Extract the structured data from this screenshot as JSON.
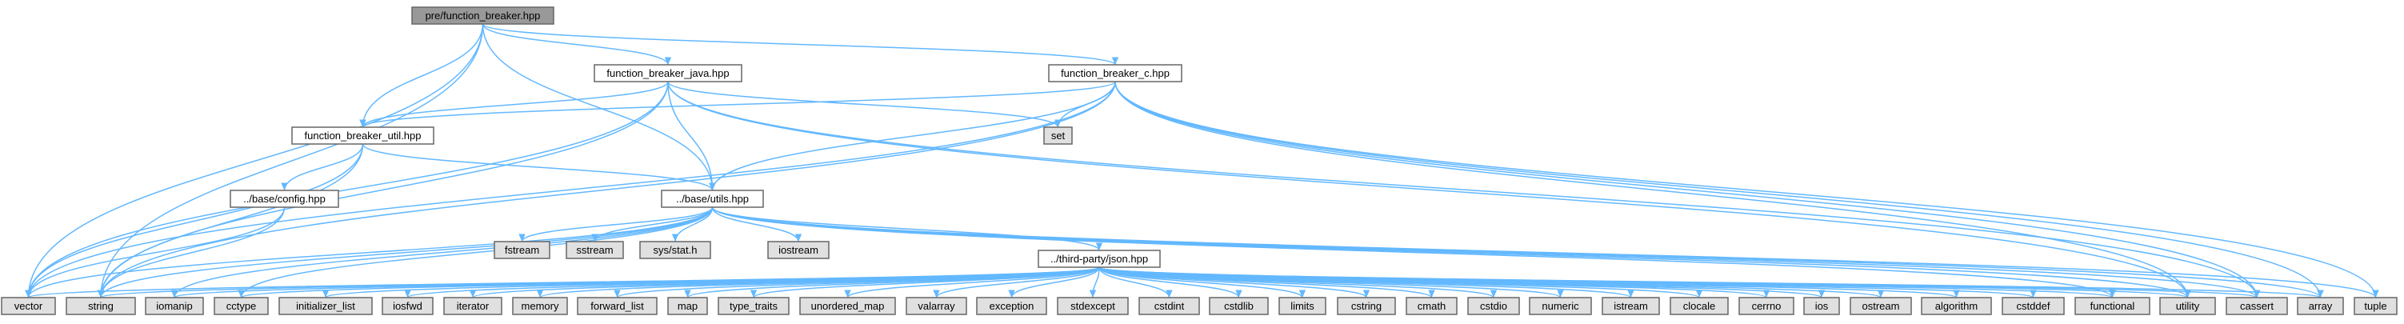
{
  "colors": {
    "edge": "#63b8ff",
    "root_fill": "#999999",
    "header_fill": "#ffffff",
    "external_fill": "#e0e0e0",
    "node_border": "#666666"
  },
  "nodes": {
    "root": "pre/function_breaker.hpp",
    "java": "function_breaker_java.hpp",
    "c": "function_breaker_c.hpp",
    "util": "function_breaker_util.hpp",
    "config": "../base/config.hpp",
    "butils": "../base/utils.hpp",
    "json": "../third-party/json.hpp",
    "set": "set",
    "fstream": "fstream",
    "sstream": "sstream",
    "sysstat": "sys/stat.h",
    "iostream": "iostream",
    "vector": "vector",
    "string": "string",
    "iomanip": "iomanip",
    "cctype": "cctype",
    "initializer_list": "initializer_list",
    "iosfwd": "iosfwd",
    "iterator": "iterator",
    "memory": "memory",
    "forward_list": "forward_list",
    "map": "map",
    "type_traits": "type_traits",
    "unordered_map": "unordered_map",
    "valarray": "valarray",
    "exception": "exception",
    "stdexcept": "stdexcept",
    "cstdint": "cstdint",
    "cstdlib": "cstdlib",
    "limits": "limits",
    "cstring": "cstring",
    "cmath": "cmath",
    "cstdio": "cstdio",
    "numeric": "numeric",
    "istream": "istream",
    "clocale": "clocale",
    "cerrno": "cerrno",
    "ios": "ios",
    "ostream": "ostream",
    "algorithm": "algorithm",
    "cstddef": "cstddef",
    "functional": "functional",
    "utility": "utility",
    "cassert": "cassert",
    "array": "array",
    "tuple": "tuple"
  }
}
